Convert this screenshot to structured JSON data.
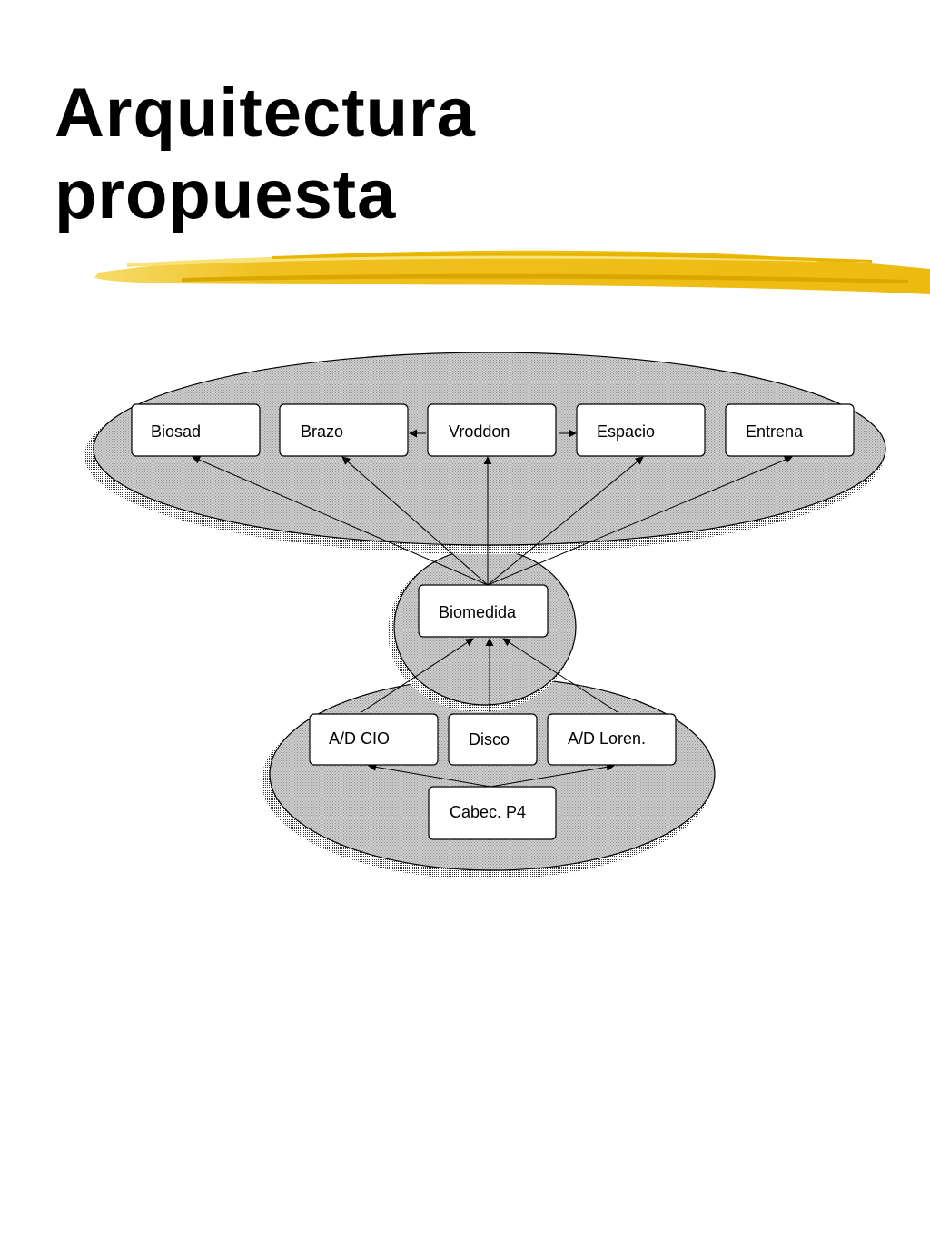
{
  "title": {
    "line1": "Arquitectura",
    "line2": "propuesta"
  },
  "colors": {
    "brush": "#f0c020",
    "brush_dark": "#d9a800",
    "ellipse_fill": "#d0d0d0",
    "ellipse_dots": "#8c8c8c",
    "box_fill": "#ffffff",
    "stroke": "#000000"
  },
  "diagram": {
    "top_group": [
      "Biosad",
      "Brazo",
      "Vroddon",
      "Espacio",
      "Entrena"
    ],
    "center": "Biomedida",
    "bottom_group": [
      "A/D CIO",
      "Disco",
      "A/D Loren."
    ],
    "base": "Cabec. P4"
  }
}
